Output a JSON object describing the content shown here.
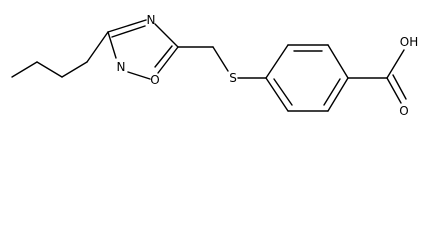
{
  "structure": {
    "atoms": {
      "n_top": "N",
      "n_bottom": "N",
      "o_ring": "O",
      "s_thioether": "S",
      "acid_group": "OH",
      "acid_carbonyl_o": "O"
    },
    "colors": {
      "bond": "#000000",
      "label": "#000000",
      "background": "#ffffff"
    }
  }
}
